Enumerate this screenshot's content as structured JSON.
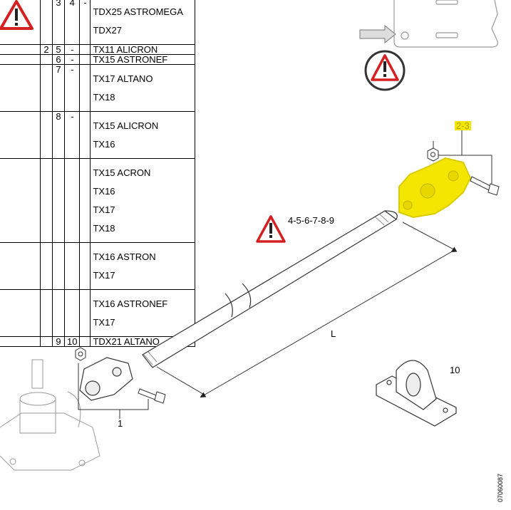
{
  "table": {
    "rows": [
      {
        "group": "",
        "num": "3",
        "alt": "4",
        "dash": "-",
        "models": [
          "TDX25 ASTROMEGA",
          "TDX27"
        ]
      },
      {
        "group": "2",
        "num": "5",
        "alt": "",
        "dash": "-",
        "models": [
          "TX11 ALICRON"
        ]
      },
      {
        "group": "",
        "num": "6",
        "alt": "",
        "dash": "-",
        "models": [
          "TX15 ASTRONEF"
        ]
      },
      {
        "group": "",
        "num": "7",
        "alt": "",
        "dash": "-",
        "models": [
          "TX17 ALTANO",
          "TX18"
        ]
      },
      {
        "group": "",
        "num": "8",
        "alt": "",
        "dash": "-",
        "models": [
          "TX15 ALICRON",
          "TX16"
        ]
      },
      {
        "group": "",
        "num": "",
        "alt": "",
        "dash": "",
        "models": [
          "TX15 ACRON",
          "TX16",
          "TX17",
          "TX18"
        ]
      },
      {
        "group": "",
        "num": "",
        "alt": "",
        "dash": "",
        "models": [
          "TX16 ASTRON",
          "TX17"
        ]
      },
      {
        "group": "",
        "num": "",
        "alt": "",
        "dash": "",
        "models": [
          "TX16 ASTRONEF",
          "TX17"
        ]
      },
      {
        "group": "",
        "num": "9",
        "alt": "10",
        "dash": "",
        "models": [
          "TDX21 ALTANO"
        ]
      }
    ]
  },
  "labels": {
    "part_2_3": "2-3",
    "shaft_variants": "4-5-6-7-8-9",
    "length": "L",
    "part_10": "10",
    "part_1": "1",
    "doc_id": "07060087"
  },
  "colors": {
    "highlight": "#f5e600",
    "warning": "#d42020",
    "line": "#222222",
    "light_line": "#9a9a9a"
  },
  "icons": [
    "warning-triangle-icon",
    "warning-circle-icon"
  ]
}
